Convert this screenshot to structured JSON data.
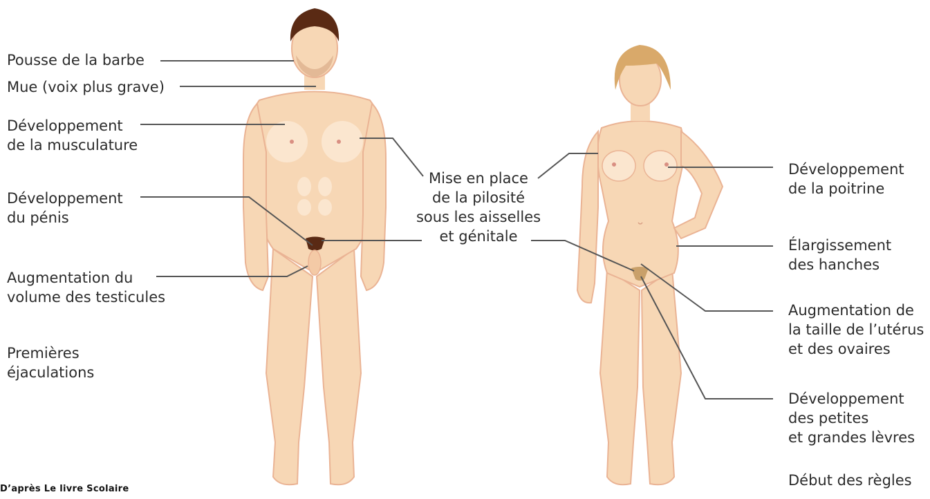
{
  "male_labels": {
    "beard": "Pousse de la barbe",
    "voice": "Mue (voix plus grave)",
    "muscles": "Développement\nde la musculature",
    "penis": "Développement\ndu pénis",
    "testicles": "Augmentation du\nvolume des testicules",
    "ejaculation": "Premières\néjaculations"
  },
  "shared_label": {
    "hair": "Mise en place\nde la pilosité\nsous les aisselles\net génitale"
  },
  "female_labels": {
    "breasts": "Développement\nde la poitrine",
    "hips": "Élargissement\ndes hanches",
    "uterus": "Augmentation de\nla taille de l’utérus\net des ovaires",
    "labia": "Développement\ndes petites\net grandes lèvres",
    "periods": "Début des règles"
  },
  "credit": "D’après Le livre Scolaire",
  "colors": {
    "skin": "#f7d7b5",
    "skin_light": "#fbe6cf",
    "skin_outline": "#eab394",
    "male_hair": "#5a2a14",
    "female_hair": "#d9a96a",
    "line": "#555555"
  }
}
